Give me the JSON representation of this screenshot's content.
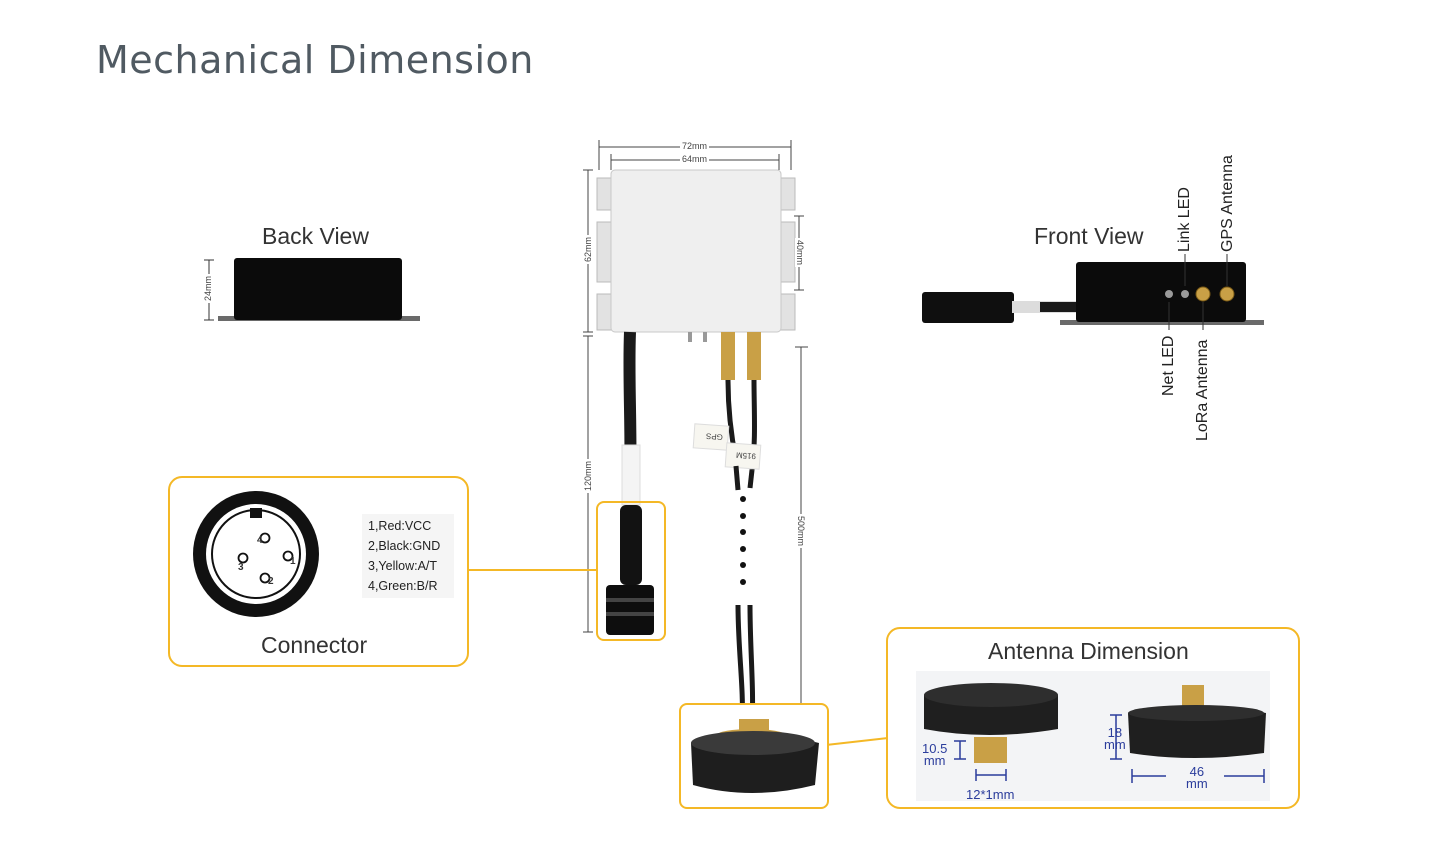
{
  "title": "Mechanical Dimension",
  "back_view": {
    "label": "Back View",
    "height_dim": "24mm"
  },
  "front_view": {
    "label": "Front View",
    "ports": {
      "link_led": "Link LED",
      "gps_antenna": "GPS Antenna",
      "net_led": "Net LED",
      "lora_antenna": "LoRa Antenna"
    }
  },
  "device_dims": {
    "outer_width": "72mm",
    "inner_width": "64mm",
    "height": "62mm",
    "mount_gap": "40mm",
    "cable_length": "120mm",
    "antenna_cable": "500mm"
  },
  "cable_tags": {
    "gps": "GPS",
    "lora": "915M"
  },
  "connector": {
    "label": "Connector",
    "pins": [
      "1,Red:VCC",
      "2,Black:GND",
      "3,Yellow:A/T",
      "4,Green:B/R"
    ],
    "pin_numbers": [
      "1",
      "2",
      "3",
      "4"
    ]
  },
  "antenna": {
    "label": "Antenna Dimension",
    "thread_len_value": "10.5",
    "thread_len_unit": "mm",
    "thread_spec": "12*1mm",
    "height_value": "18",
    "height_unit": "mm",
    "diameter_value": "46",
    "diameter_unit": "mm"
  },
  "colors": {
    "accent": "#f4b826",
    "dim_blue": "#2b3d9c",
    "device": "#ececec"
  }
}
